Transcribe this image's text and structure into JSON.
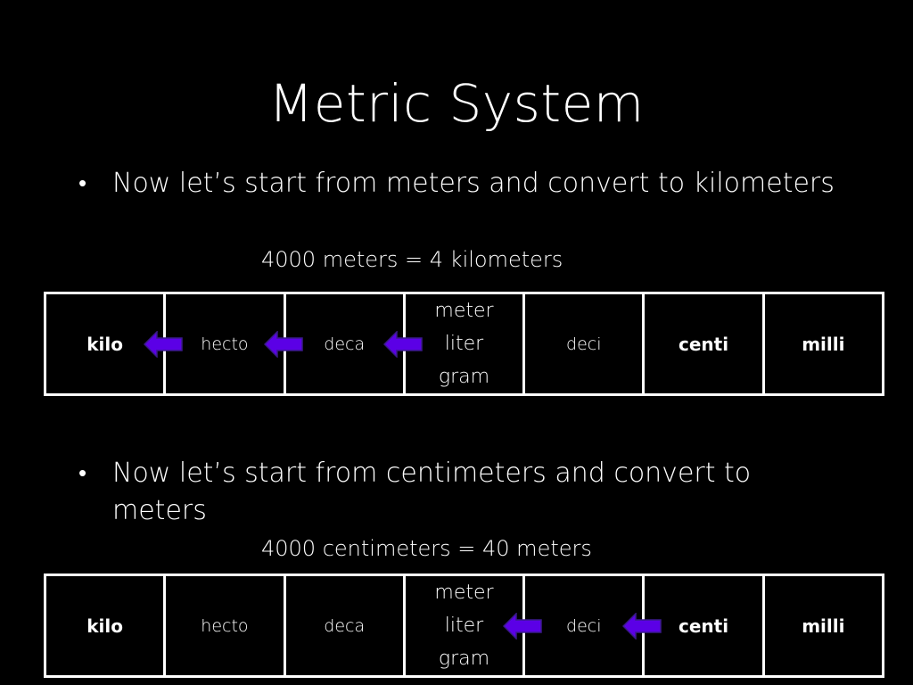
{
  "slide": {
    "title": "Metric System",
    "colors": {
      "background": "#000000",
      "text": "#ffffff",
      "arrow_fill": "#5b00e6",
      "arrow_stroke": "#3a1a8a"
    }
  },
  "section1": {
    "bullet": "Now let’s start from meters and convert to kilometers",
    "equation": "4000 meters = 4 kilometers",
    "cells": {
      "kilo": "kilo",
      "hecto": "hecto",
      "deca": "deca",
      "base_meter": "meter",
      "base_liter": "liter",
      "base_gram": "gram",
      "deci": "deci",
      "centi": "centi",
      "milli": "milli"
    },
    "arrows": [
      "left-arrow-icon",
      "left-arrow-icon",
      "left-arrow-icon"
    ]
  },
  "section2": {
    "bullet": "Now let’s start from centimeters and convert to meters",
    "equation": "4000 centimeters = 40 meters",
    "cells": {
      "kilo": "kilo",
      "hecto": "hecto",
      "deca": "deca",
      "base_meter": "meter",
      "base_liter": "liter",
      "base_gram": "gram",
      "deci": "deci",
      "centi": "centi",
      "milli": "milli"
    },
    "arrows": [
      "left-arrow-icon",
      "left-arrow-icon"
    ]
  }
}
